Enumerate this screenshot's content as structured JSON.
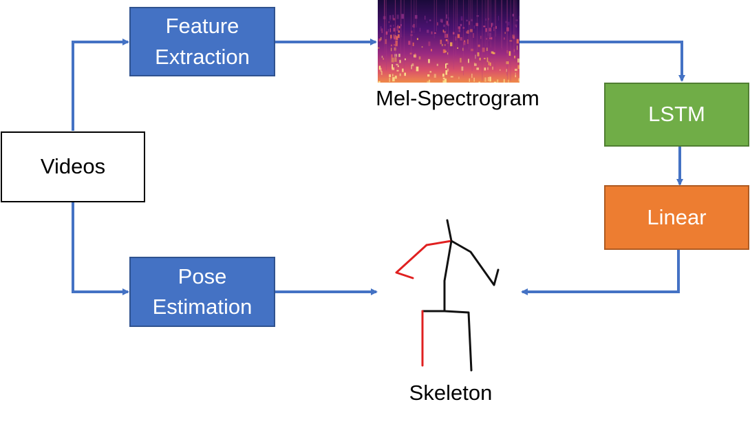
{
  "nodes": {
    "videos": "Videos",
    "feature_extraction": "Feature\nExtraction",
    "pose_estimation": "Pose\nEstimation",
    "lstm": "LSTM",
    "linear": "Linear"
  },
  "captions": {
    "mel_spectrogram": "Mel-Spectrogram",
    "skeleton": "Skeleton"
  },
  "colors": {
    "arrow": "#4472c4",
    "blue_box": "#4472c4",
    "green_box": "#70ad47",
    "orange_box": "#ed7d31",
    "skeleton_right_side": "#e02020",
    "skeleton_body": "#111111"
  },
  "images": {
    "spectrogram": "mel-spectrogram-image",
    "skeleton": "stick-figure-skeleton"
  }
}
